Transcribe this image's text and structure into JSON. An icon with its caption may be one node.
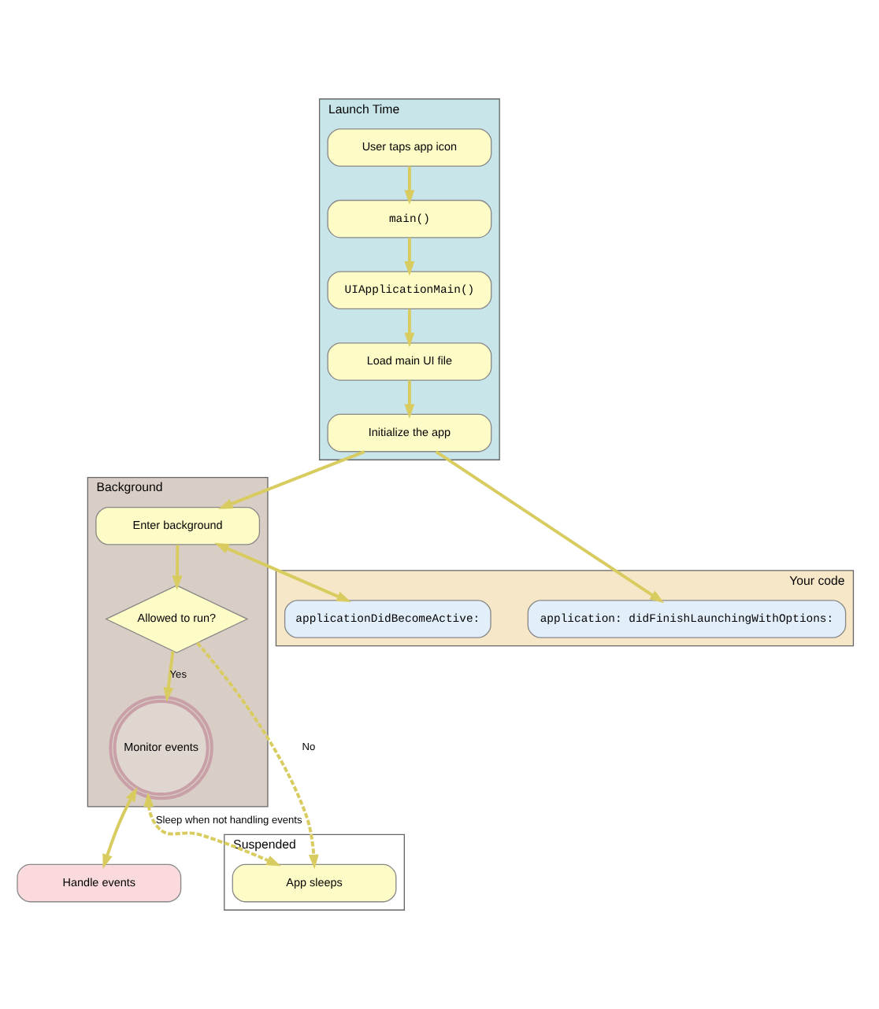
{
  "diagram": {
    "nodes": [
      {
        "text": [
          "Launch Time"
        ]
      },
      {
        "text": [
          "User taps app icon"
        ],
        "in": 0
      },
      {
        "text": [
          "main()"
        ],
        "in": 0
      },
      {
        "text": [
          "UIApplicationMain()"
        ],
        "in": 0
      },
      {
        "text": [
          "Load main UI file"
        ],
        "in": 0
      },
      {
        "text": [
          "Initialize the app"
        ],
        "in": 0
      },
      {
        "text": [
          "Your code"
        ]
      },
      {
        "text": [
          "application: didFinishLaunchingWithOptions:"
        ],
        "in": 6
      },
      {
        "text": [
          "applicationDidBecomeActive:"
        ],
        "in": 6
      },
      {
        "text": [
          "Background"
        ]
      },
      {
        "text": [
          "Enter background"
        ],
        "in": 9
      },
      {
        "text": [
          "Allowed to run?"
        ],
        "in": 9
      },
      {
        "text": [
          "Monitor events"
        ],
        "in": 9
      },
      {
        "text": [
          "Handle events"
        ]
      },
      {
        "text": [
          "Suspended"
        ]
      },
      {
        "text": [
          "App sleeps"
        ],
        "in": 14
      }
    ],
    "edges": [
      {
        "from": 1,
        "to": 2,
        "arrow": "to"
      },
      {
        "from": 2,
        "to": 3,
        "arrow": "to"
      },
      {
        "from": 3,
        "to": 4,
        "arrow": "to"
      },
      {
        "from": 4,
        "to": 5,
        "arrow": "to"
      },
      {
        "from": 5,
        "to": 7,
        "arrow": "to"
      },
      {
        "from": 5,
        "to": 10,
        "arrow": "to"
      },
      {
        "from": 10,
        "to": 8,
        "arrow": "both"
      },
      {
        "from": 10,
        "to": 11,
        "arrow": "to"
      },
      {
        "from": 11,
        "to": 12,
        "arrow": "to",
        "label": "Yes"
      },
      {
        "from": 11,
        "to": 15,
        "arrow": "to",
        "label": "No",
        "style": "dashed"
      },
      {
        "from": 12,
        "to": 13,
        "arrow": "both"
      },
      {
        "from": 12,
        "to": 15,
        "arrow": "both",
        "label": "Sleep when not handling events",
        "style": "dashed"
      }
    ]
  }
}
